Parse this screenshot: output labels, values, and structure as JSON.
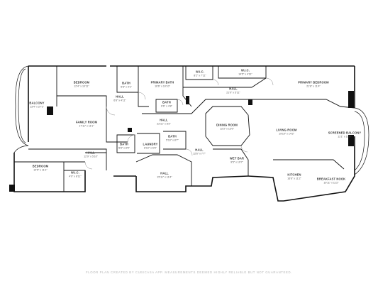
{
  "rooms": [
    {
      "name": "BALCONY",
      "dims": "13'4\" x 27'1\""
    },
    {
      "name": "BEDROOM",
      "dims": "12'4\" x 10'11\""
    },
    {
      "name": "BATH",
      "dims": "5'8\" x 9'1\""
    },
    {
      "name": "PRIMARY BATH",
      "dims": "16'6\" x 10'10\""
    },
    {
      "name": "W.I.C.",
      "dims": "8'2\" x 7'11\""
    },
    {
      "name": "W.I.C.",
      "dims": "14'5\" x 4'11\""
    },
    {
      "name": "PRIMARY BEDROOM",
      "dims": "21'8\" x 11'4\""
    },
    {
      "name": "HALL",
      "dims": "6'8\" x 4'11\""
    },
    {
      "name": "BATH",
      "dims": "6'6\" x 4'8\""
    },
    {
      "name": "HALL",
      "dims": "21'0\" x 5'11\""
    },
    {
      "name": "FAMILY ROOM",
      "dims": "17'11\" x 11'1\""
    },
    {
      "name": "HALL",
      "dims": "22'11\" x 8'2\""
    },
    {
      "name": "DINING ROOM",
      "dims": "12'3\" x 13'0\""
    },
    {
      "name": "LIVING ROOM",
      "dims": "19'10\" x 14'2\""
    },
    {
      "name": "SCREENED BALCONY",
      "dims": "11'1\" x 17'9\""
    },
    {
      "name": "BATH",
      "dims": "5'8\" x 8'5\""
    },
    {
      "name": "BATH",
      "dims": "5'10\" x 8'7\""
    },
    {
      "name": "LAUNDRY",
      "dims": "8'10\" x 6'6\""
    },
    {
      "name": "HALL",
      "dims": "12'6\" x 7'7\""
    },
    {
      "name": "HALL",
      "dims": "12'9\" x 5'10\""
    },
    {
      "name": "WET BAR",
      "dims": "9'5\" x 10'7\""
    },
    {
      "name": "BEDROOM",
      "dims": "14'5\" x 11'1\""
    },
    {
      "name": "W.I.C.",
      "dims": "4'9\" x 8'11\""
    },
    {
      "name": "HALL",
      "dims": "15'11\" x 11'4\""
    },
    {
      "name": "KITCHEN",
      "dims": "16'6\" x 11'2\""
    },
    {
      "name": "BREAKFAST NOOK",
      "dims": "10'11\" x 11'2\""
    }
  ],
  "footer": "FLOOR PLAN CREATED BY CUBICASA APP. MEASUREMENTS DEEMED HIGHLY RELIABLE BUT NOT GUARANTEED.",
  "colors": {
    "wall": "#111111",
    "label": "#333333",
    "dims": "#555555",
    "footer": "#b4b4b4",
    "background": "#ffffff"
  }
}
